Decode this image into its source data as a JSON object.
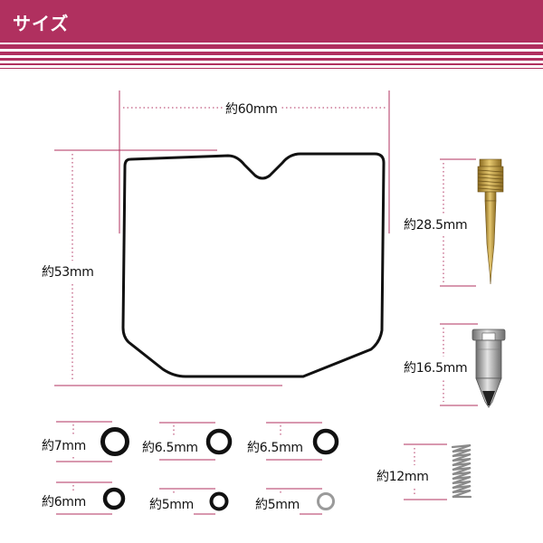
{
  "header": {
    "title": "サイズ",
    "color": "#b0305f"
  },
  "dimensions": {
    "gasket_width": "約60mm",
    "gasket_height": "約53mm",
    "needle_length": "約28.5mm",
    "float_valve_length": "約16.5mm",
    "spring_length": "約12mm"
  },
  "orings": [
    {
      "label": "約7mm"
    },
    {
      "label": "約6.5mm"
    },
    {
      "label": "約6.5mm"
    },
    {
      "label": "約6mm"
    },
    {
      "label": "約5mm"
    },
    {
      "label": "約5mm"
    }
  ],
  "colors": {
    "dimension_line": "#b0305f",
    "rubber": "#111111",
    "brass": "#c8a040",
    "metal": "#9a9a9a"
  }
}
